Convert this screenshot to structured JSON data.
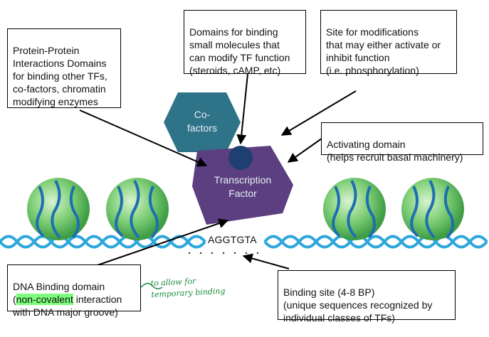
{
  "boxes": {
    "ppi": "Protein-Protein\nInteractions Domains\nfor binding other TFs,\nco-factors, chromatin\nmodifying enzymes",
    "small_molecule": "Domains for binding\nsmall molecules that\ncan modify TF function\n(steroids, cAMP, etc)",
    "modification": "Site for modifications\nthat may either activate or\ninhibit function\n(i.e. phosphorylation)",
    "activating": "Activating domain\n(helps recruit basal machinery)",
    "dna_binding_pre": "DNA Binding domain\n(",
    "dna_binding_highlight": "non-covalent",
    "dna_binding_post": " interaction\nwith DNA major groove)",
    "binding_site": "Binding site (4-8 BP)\n(unique sequences recognized by\nindividual classes of TFs)"
  },
  "shapes": {
    "cofactors": "Co-\nfactors",
    "tf": "Transcription\nFactor"
  },
  "dna_sequence": "AGGTGTA",
  "handwritten_note": "to allow for\ntemporary binding",
  "colors": {
    "cofactor": "#2e7388",
    "tf": "#5b3f80",
    "ligand": "#1f3f73",
    "dna": "#2ea7dd",
    "histone": "#5fbf5f"
  }
}
